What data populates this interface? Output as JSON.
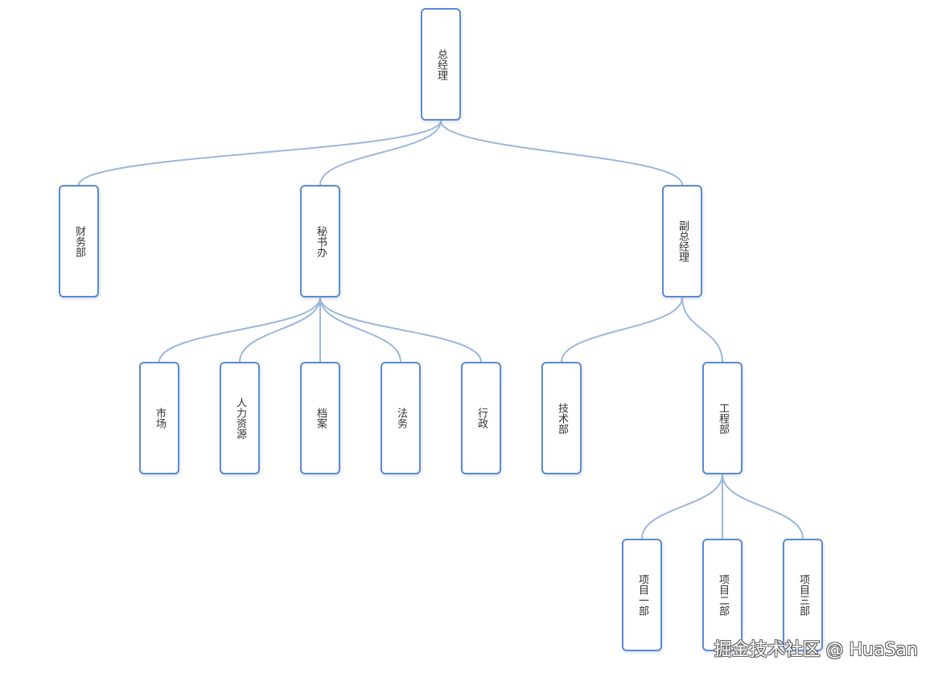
{
  "nodes": {
    "general_manager": "总经理",
    "finance": "财务部",
    "secretariat": "秘书办",
    "deputy_gm": "副总经理",
    "market": "市场",
    "hr": "人力资源",
    "archives": "档案",
    "legal": "法务",
    "admin": "行政",
    "tech": "技术部",
    "engineering": "工程部",
    "project1": "项目一部",
    "project2": "项目二部",
    "project3": "项目三部"
  },
  "edges": [
    [
      "general_manager",
      "finance"
    ],
    [
      "general_manager",
      "secretariat"
    ],
    [
      "general_manager",
      "deputy_gm"
    ],
    [
      "secretariat",
      "market"
    ],
    [
      "secretariat",
      "hr"
    ],
    [
      "secretariat",
      "archives"
    ],
    [
      "secretariat",
      "legal"
    ],
    [
      "secretariat",
      "admin"
    ],
    [
      "deputy_gm",
      "tech"
    ],
    [
      "deputy_gm",
      "engineering"
    ],
    [
      "engineering",
      "project1"
    ],
    [
      "engineering",
      "project2"
    ],
    [
      "engineering",
      "project3"
    ]
  ],
  "colors": {
    "node_border": "#5b8ad6",
    "edge": "#9cb7dd",
    "text": "#333333"
  },
  "watermark": "掘金技术社区 @ HuaSan"
}
